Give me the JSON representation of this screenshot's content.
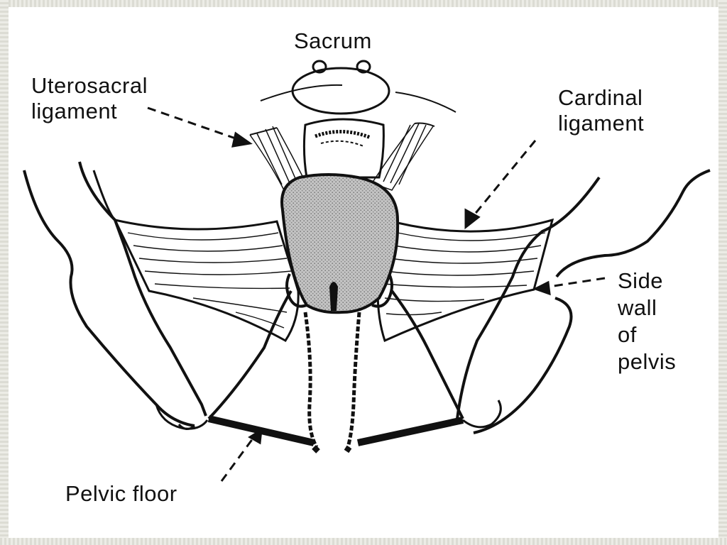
{
  "figure": {
    "labels": {
      "sacrum": "Sacrum",
      "uterosacral_ligament": "Uterosacral\nligament",
      "cardinal_ligament": "Cardinal\nligament",
      "side_wall_of_pelvis": "Side\nwall\nof\npelvis",
      "pelvic_floor": "Pelvic floor"
    },
    "colors": {
      "ink": "#111111",
      "background": "#ffffff",
      "slide_frame": "#f1f0eb",
      "uterus_fill": "#bdbdbd"
    }
  }
}
